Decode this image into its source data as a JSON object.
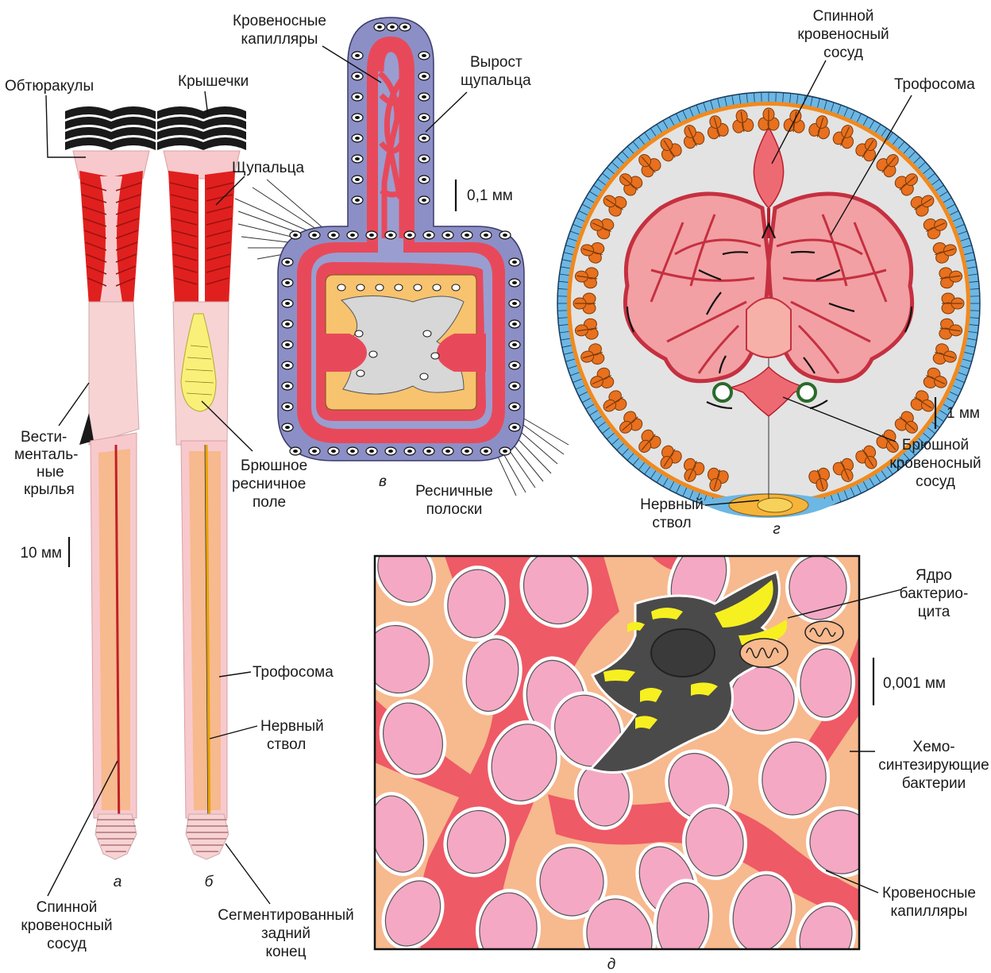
{
  "colors": {
    "blood": "#e8495a",
    "blood_light": "#f47b82",
    "trophosome": "#f7b98e",
    "tissue": "#f7c9cc",
    "tentacle_red": "#e0201e",
    "obturaculum": "#1a1a1a",
    "nerve": "#e8a400",
    "ciliated_field": "#f9f07a",
    "epidermis": "#8c8fc6",
    "gut_yellow": "#f7c36e",
    "body_wall": "#6cb7e4",
    "body_muscle": "#f08a1e",
    "coelom": "#e3e3e3",
    "bacteria": "#f4a8c4",
    "bacteriocyte": "#4a4a4a",
    "bacteriocyte_nucleus": "#f6f021"
  },
  "panels": {
    "a": "а",
    "b": "б",
    "v": "в",
    "g": "г",
    "d": "д"
  },
  "labels": {
    "obturacula": "Обтюракулы",
    "lids": "Крышечки",
    "tentacles": "Щупальца",
    "vestimental_wings": [
      "Вести-",
      "менталь-",
      "ные",
      "крылья"
    ],
    "ventral_ciliated_field": [
      "Брюшное",
      "ресничное",
      "поле"
    ],
    "trophosome_a": "Трофосома",
    "nerve_cord_a": [
      "Нервный",
      "ствол"
    ],
    "dorsal_vessel_a": [
      "Спинной",
      "кровеносный",
      "сосуд"
    ],
    "segmented_end": [
      "Сегментированный",
      "задний",
      "конец"
    ],
    "capillaries_v": [
      "Кровеносные",
      "капилляры"
    ],
    "tentacle_outgrowth": [
      "Вырост",
      "щупальца"
    ],
    "ciliary_bands": [
      "Ресничные",
      "полоски"
    ],
    "dorsal_vessel_g": [
      "Спинной",
      "кровеносный",
      "сосуд"
    ],
    "trophosome_g": "Трофосома",
    "ventral_vessel": [
      "Брюшной",
      "кровеносный",
      "сосуд"
    ],
    "nerve_cord_g": [
      "Нервный",
      "ствол"
    ],
    "bacteriocyte_nucleus": [
      "Ядро",
      "бактерио-",
      "цита"
    ],
    "chemosynthetic_bacteria": [
      "Хемо-",
      "синтезирующие",
      "бактерии"
    ],
    "capillaries_d": [
      "Кровеносные",
      "капилляры"
    ]
  },
  "scales": {
    "a": "10 мм",
    "v": "0,1 мм",
    "g": "1 мм",
    "d": "0,001 мм"
  }
}
